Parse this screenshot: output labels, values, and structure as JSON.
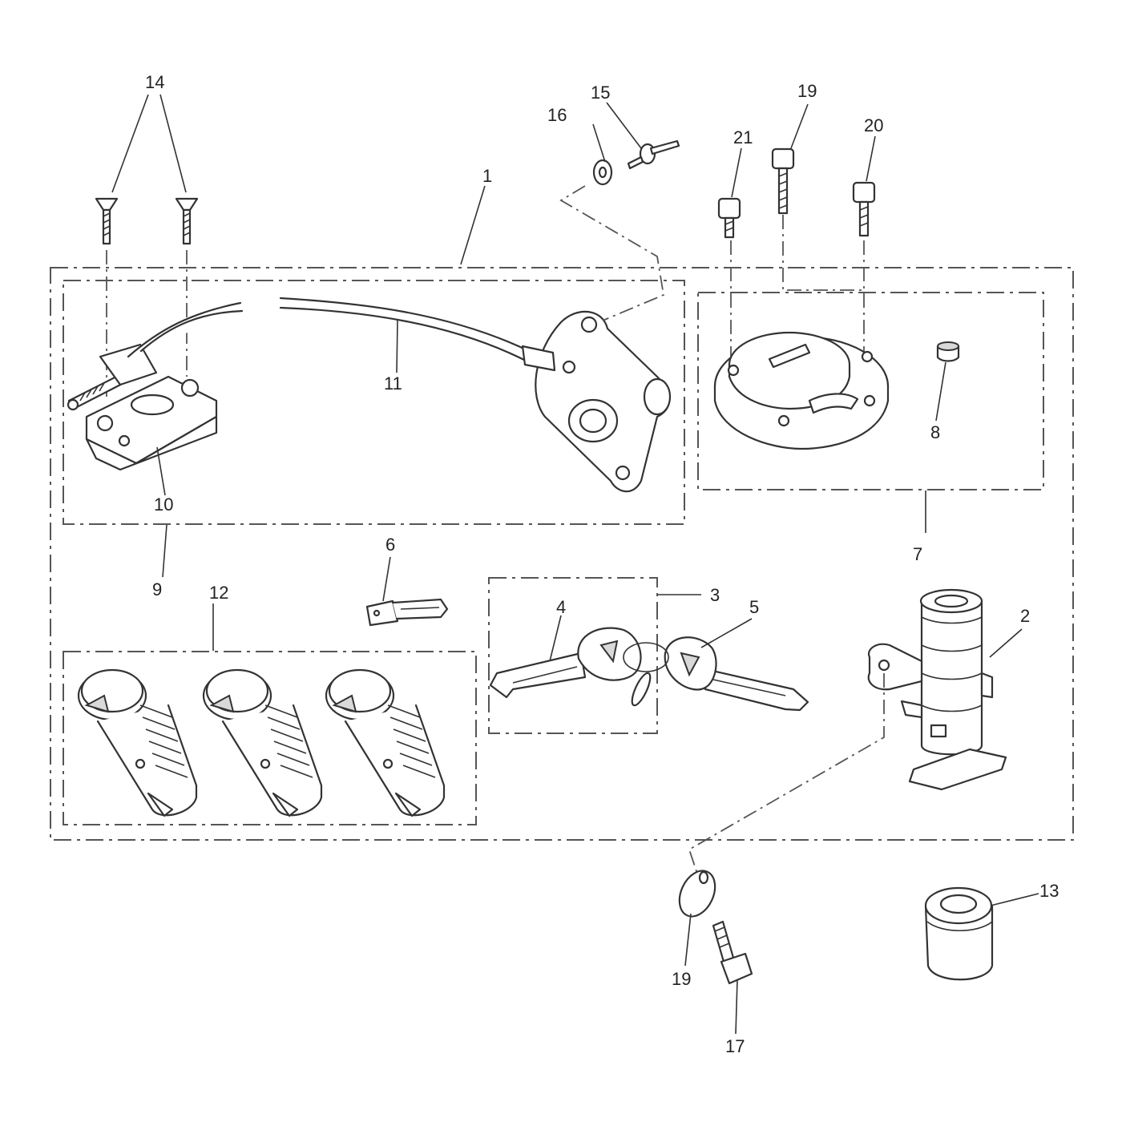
{
  "callouts": {
    "c1": "1",
    "c2": "2",
    "c3": "3",
    "c4": "4",
    "c5": "5",
    "c6": "6",
    "c7": "7",
    "c8": "8",
    "c9": "9",
    "c10": "10",
    "c11": "11",
    "c12": "12",
    "c13": "13",
    "c14": "14",
    "c15": "15",
    "c16": "16",
    "c17": "17",
    "c19a": "19",
    "c19b": "19",
    "c20": "20",
    "c21": "21"
  },
  "colors": {
    "line": "#333333",
    "dash": "#555555",
    "paper": "#ffffff"
  }
}
